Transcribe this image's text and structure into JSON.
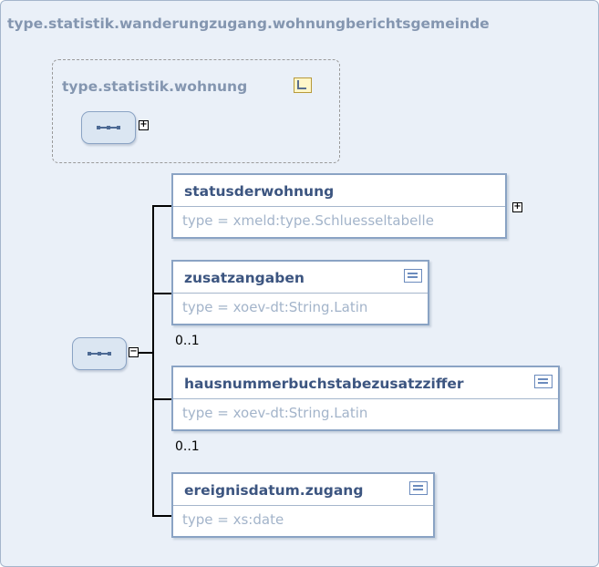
{
  "diagram": {
    "title": "type.statistik.wanderungzugang.wohnungberichtsgemeinde",
    "group": {
      "title": "type.statistik.wohnung",
      "icon": "complex-type-icon",
      "expander": "+"
    },
    "sequence_expander": "−",
    "elements": [
      {
        "name": "statusderwohnung",
        "type": "type = xmeld:type.Schluesseltabelle",
        "cardinality": "",
        "icon": "expand-plus-icon",
        "expander": "+"
      },
      {
        "name": "zusatzangaben",
        "type": "type = xoev-dt:String.Latin",
        "cardinality": "0..1",
        "icon": "documentation-icon"
      },
      {
        "name": "hausnummerbuchstabezusatzziffer",
        "type": "type = xoev-dt:String.Latin",
        "cardinality": "0..1",
        "icon": "documentation-icon"
      },
      {
        "name": "ereignisdatum.zugang",
        "type": "type = xs:date",
        "cardinality": "",
        "icon": "documentation-icon"
      }
    ],
    "colors": {
      "background": "#eaf0f8",
      "border": "#8aa3c4",
      "title_text": "#8496b0",
      "element_name": "#3c5580",
      "type_text": "#a3b4ca"
    }
  }
}
